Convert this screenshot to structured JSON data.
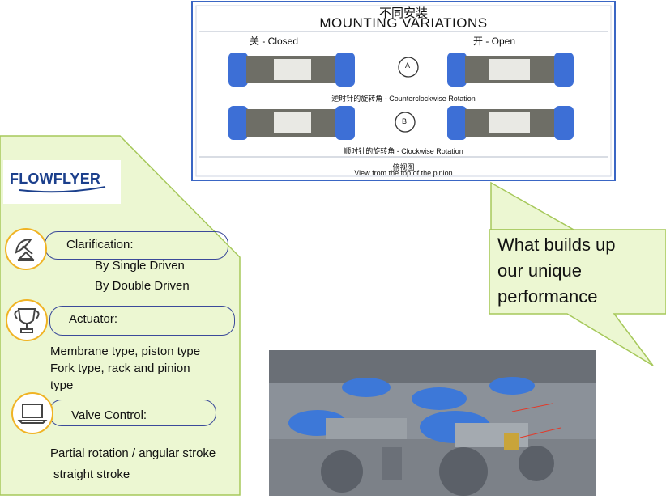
{
  "logo": {
    "text": "FLOWFLYER"
  },
  "sections": [
    {
      "title": "Clarification:",
      "icon": "satellite-dish-icon",
      "items": [
        "By Single Driven",
        "By Double Driven"
      ]
    },
    {
      "title": "Actuator:",
      "icon": "trophy-icon",
      "items": [
        "Membrane type, piston type",
        "Fork type, rack and pinion",
        "type"
      ]
    },
    {
      "title": "Valve Control:",
      "icon": "laptop-icon",
      "items": [
        "Partial rotation / angular stroke",
        "straight stroke"
      ]
    }
  ],
  "diagram": {
    "title_cn": "不同安装",
    "title_en": "MOUNTING VARIATIONS",
    "closed_label": "关 - Closed",
    "open_label": "开 - Open",
    "marker_a": "A",
    "marker_b": "B",
    "ccw_label": "逆时针的旋转角 -  Counterclockwise Rotation",
    "cw_label": "顺时针的旋转角 - Clockwise Rotation",
    "top_view_cn": "俯视图",
    "top_view_en": "View from the top of the pinion"
  },
  "callout": {
    "lines": [
      "What builds up",
      "our unique",
      "performance"
    ]
  },
  "colors": {
    "panel_fill": "#ecf7d2",
    "panel_border": "#a6c85a",
    "icon_ring": "#f0b324",
    "pill_border": "#3b4a9a",
    "actuator_blue": "#3d6fd6",
    "brand_blue": "#1b3f8c"
  }
}
